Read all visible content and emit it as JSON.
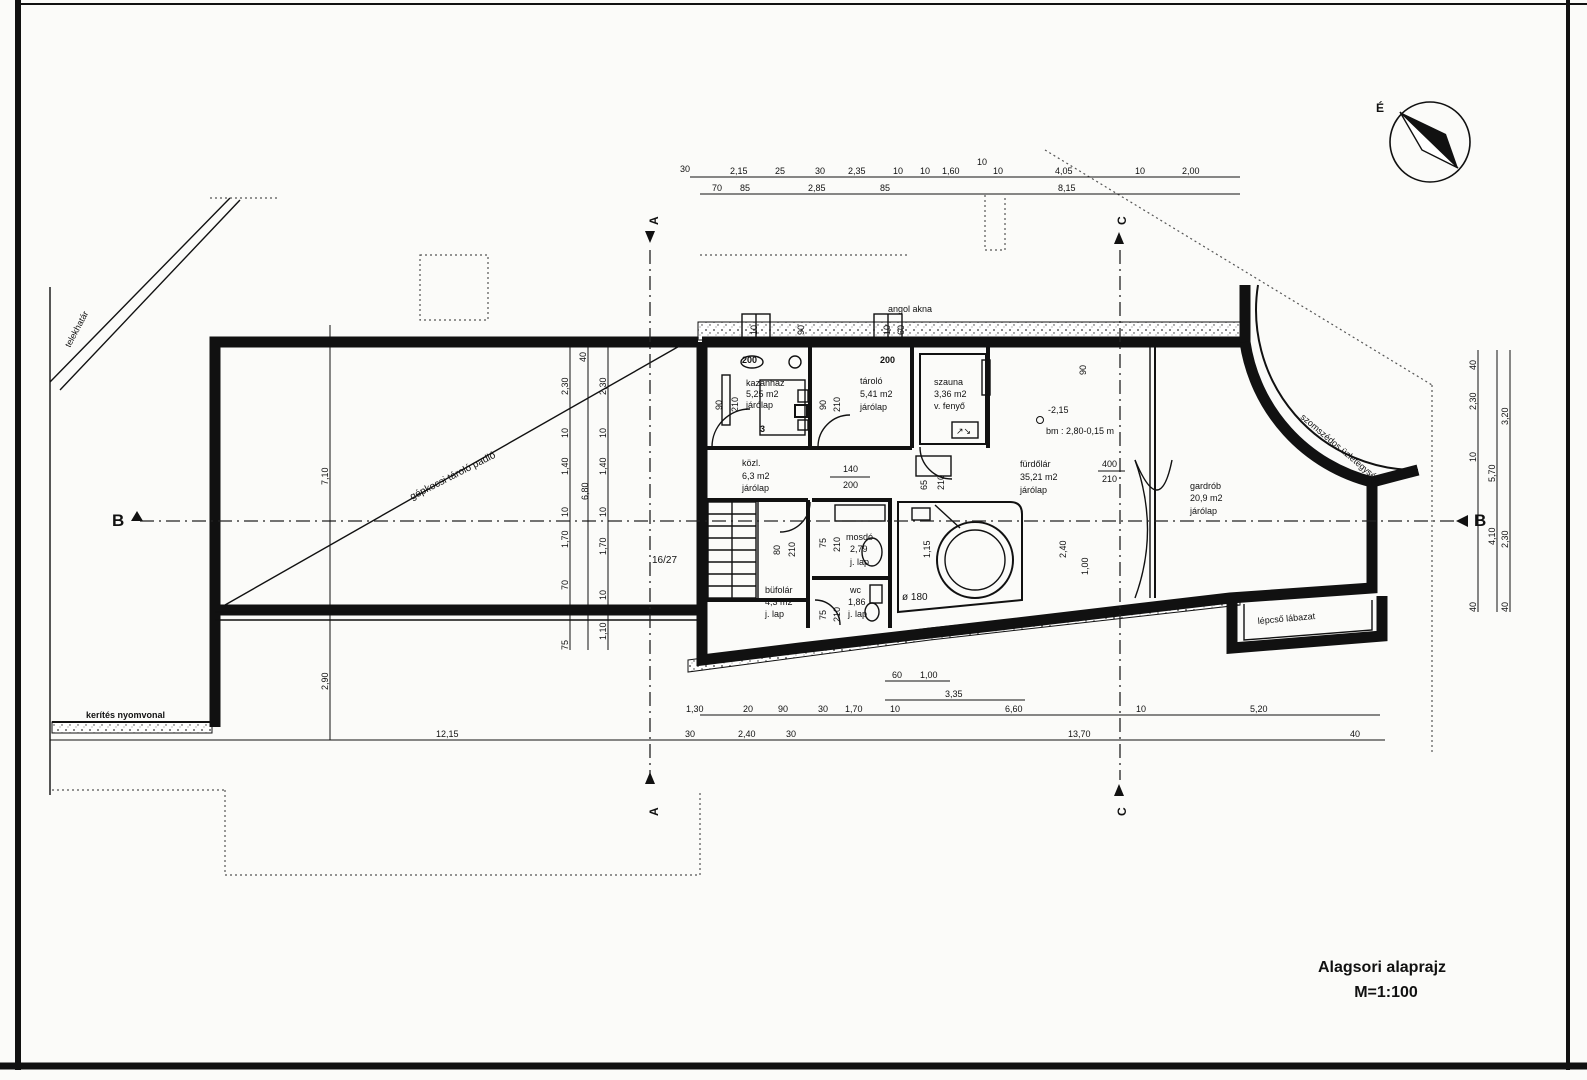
{
  "sheet": {
    "title": "Alagsori alaprajz",
    "scale": "M=1:100",
    "north": "É"
  },
  "sections": {
    "a": "A",
    "b": "B",
    "c": "C"
  },
  "labels": {
    "telekhatar": "telekhatár",
    "kerites": "kerítés nyomvonal",
    "garage": "gépkocsi tároló padló",
    "angol_akna": "angol akna",
    "szomszed": "szomszédos üzletegység",
    "lepcso": "lépcső lábazat",
    "stair": "16/27",
    "level": "-2,15",
    "bm": "bm : 2,80-0,15 m",
    "round": "ø 180"
  },
  "rooms": [
    {
      "name": "kazánház",
      "area": "5,25 m2",
      "floor": "járólap"
    },
    {
      "name": "tároló",
      "area": "5,41 m2",
      "floor": "járólap"
    },
    {
      "name": "szauna",
      "area": "3,36 m2",
      "floor": "v. fenyő"
    },
    {
      "name": "közl.",
      "area": "6,3 m2",
      "floor": "járólap"
    },
    {
      "name": "fürdőlár",
      "area": "35,21 m2",
      "floor": "járólap"
    },
    {
      "name": "gardrób",
      "area": "20,9 m2",
      "floor": "járólap"
    },
    {
      "name": "mosdó",
      "area": "2,79",
      "floor": "j. lap"
    },
    {
      "name": "wc",
      "area": "1,86",
      "floor": "j. lap"
    },
    {
      "name": "büfolár",
      "area": "4,3 m2",
      "floor": "j. lap"
    }
  ],
  "dims_top1": [
    "30",
    "2,15",
    "25",
    "30",
    "2,35",
    "10",
    "10",
    "1,60",
    "10",
    "10",
    "4,05",
    "10",
    "2,00"
  ],
  "dims_top2": [
    "70",
    "85",
    "2,85",
    "85",
    "8,15"
  ],
  "dims_bottom1": [
    "1,30",
    "20",
    "90",
    "30",
    "1,70",
    "10",
    "6,60",
    "10",
    "5,20"
  ],
  "dims_bottom2": [
    "30",
    "2,40",
    "30",
    "13,70",
    "40",
    "12,15"
  ],
  "dims_small": [
    "60",
    "1,00",
    "3,35"
  ],
  "dims_left_a": [
    "40",
    "2,30",
    "10",
    "1,40",
    "10",
    "1,70",
    "70",
    "10",
    "75"
  ],
  "dims_left_b": [
    "2,30",
    "10",
    "1,40",
    "6,80",
    "10",
    "1,70",
    "10",
    "1,10"
  ],
  "dims_left_c": [
    "7,10",
    "2,90"
  ],
  "dims_right": [
    "40",
    "2,30",
    "10",
    "5,70",
    "2,30",
    "4,10",
    "40",
    "3,20",
    "40"
  ],
  "openings": [
    "200",
    "200",
    "90",
    "210",
    "90",
    "210",
    "140",
    "200",
    "65",
    "210",
    "400",
    "210",
    "90",
    "80",
    "210",
    "75",
    "210",
    "75",
    "210",
    "1,15",
    "2,40",
    "1,00",
    "90",
    "10",
    "10",
    "60"
  ]
}
